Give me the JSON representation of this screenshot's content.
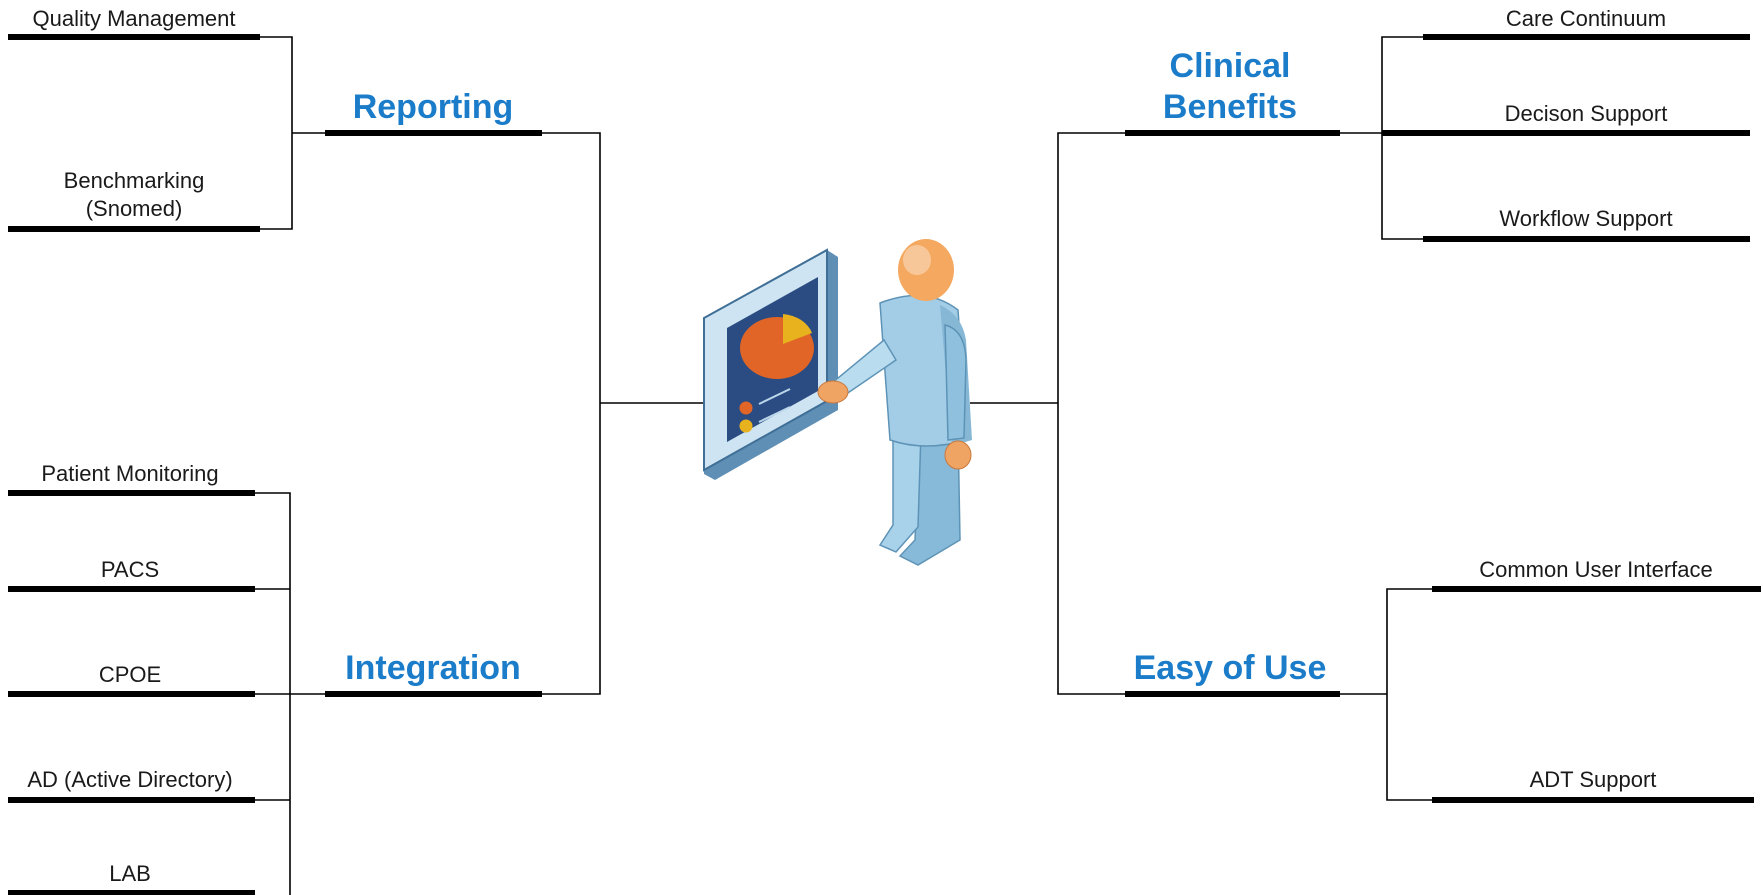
{
  "center_icon": "person-presenting-chart-icon",
  "colors": {
    "category": "#1b7cc9",
    "leaf": "#1a1a1a",
    "lines": "#000000"
  },
  "left": {
    "reporting": {
      "title": "Reporting",
      "items": [
        "Quality Management",
        "Benchmarking",
        "(Snomed)"
      ]
    },
    "integration": {
      "title": "Integration",
      "items": [
        "Patient Monitoring",
        "PACS",
        "CPOE",
        "AD (Active Directory)",
        "LAB"
      ]
    }
  },
  "right": {
    "clinical": {
      "title_line1": "Clinical",
      "title_line2": "Benefits",
      "items": [
        "Care Continuum",
        "Decison Support",
        "Workflow Support"
      ]
    },
    "ease": {
      "title": "Easy of Use",
      "items": [
        "Common User Interface",
        "ADT Support"
      ]
    }
  }
}
